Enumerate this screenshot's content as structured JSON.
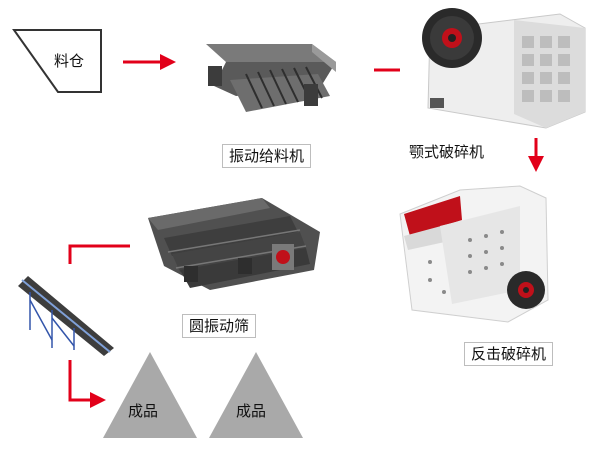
{
  "hopper": {
    "label": "料仓"
  },
  "machines": {
    "feeder": {
      "label": "振动给料机"
    },
    "jaw_crusher": {
      "label": "颚式破碎机"
    },
    "impact_crusher": {
      "label": "反击破碎机"
    },
    "screen": {
      "label": "圆振动筛"
    }
  },
  "products": [
    {
      "label": "成品"
    },
    {
      "label": "成品"
    }
  ],
  "colors": {
    "arrow": "#e2001a",
    "product_fill": "#a9a9a9",
    "machine_gray": "#4a4a4a",
    "crusher_white": "#f0f0f0",
    "crusher_red": "#c0101a"
  }
}
